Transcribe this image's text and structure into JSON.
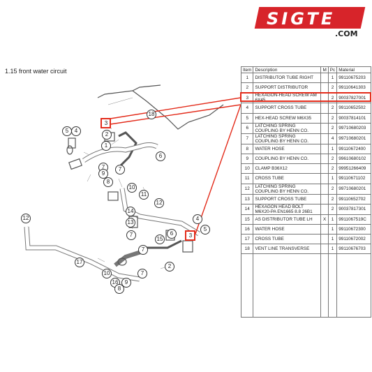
{
  "logo": {
    "text": "SIGTE",
    "sub": ".COM"
  },
  "section_title": "1.15  front water circuit",
  "table": {
    "headers": {
      "pos": "Item",
      "desc": "Description",
      "m": "M",
      "pc": "Pc",
      "mat": "Material"
    },
    "rows": [
      {
        "pos": "1",
        "desc": "DISTRIBUTOR TUBE RIGHT",
        "m": "",
        "pc": "1",
        "mat": "99110675203"
      },
      {
        "pos": "2",
        "desc": "SUPPORT DISTRIBUTOR",
        "m": "",
        "pc": "2",
        "mat": "99110641303"
      },
      {
        "pos": "3",
        "desc": "HEXAGON-HEAD SCREW AM 6X45",
        "m": "",
        "pc": "2",
        "mat": "90037827001"
      },
      {
        "pos": "4",
        "desc": "SUPPORT CROSS TUBE",
        "m": "",
        "pc": "2",
        "mat": "99110652502"
      },
      {
        "pos": "5",
        "desc": "HEX-HEAD SCREW M6X35",
        "m": "",
        "pc": "2",
        "mat": "90037814101"
      },
      {
        "pos": "6",
        "desc": "LATCHING SPRING COUPLING BY HENN CO.",
        "m": "",
        "pc": "2",
        "mat": "99710680203"
      },
      {
        "pos": "7",
        "desc": "LATCHING SPRING COUPLING BY HENN CO.",
        "m": "",
        "pc": "4",
        "mat": "99710680201"
      },
      {
        "pos": "8",
        "desc": "WATER HOSE",
        "m": "",
        "pc": "1",
        "mat": "99110672400"
      },
      {
        "pos": "9",
        "desc": "COUPLING BY HENN CO.",
        "m": "",
        "pc": "2",
        "mat": "99610680102"
      },
      {
        "pos": "10",
        "desc": "CLAMP B36X12",
        "m": "",
        "pc": "2",
        "mat": "99951266409"
      },
      {
        "pos": "11",
        "desc": "CROSS TUBE",
        "m": "",
        "pc": "1",
        "mat": "99110671102"
      },
      {
        "pos": "12",
        "desc": "LATCHING SPRING COUPLING BY HENN CO.",
        "m": "",
        "pc": "2",
        "mat": "99710680201"
      },
      {
        "pos": "13",
        "desc": "SUPPORT CROSS TUBE",
        "m": "",
        "pc": "2",
        "mat": "99110652702"
      },
      {
        "pos": "14",
        "desc": "HEXAGON HEAD BOLT M6X20-PA EN1665 8.8 26B1",
        "m": "",
        "pc": "2",
        "mat": "90037817301"
      },
      {
        "pos": "15",
        "desc": "AS DISTRIBUTOR TUBE LH",
        "m": "X",
        "pc": "1",
        "mat": "9911067519C"
      },
      {
        "pos": "16",
        "desc": "WATER HOSE",
        "m": "",
        "pc": "1",
        "mat": "99110672300"
      },
      {
        "pos": "17",
        "desc": "CROSS TUBE",
        "m": "",
        "pc": "1",
        "mat": "99110672002"
      },
      {
        "pos": "18",
        "desc": "VENT LINE TRANSVERSE",
        "m": "",
        "pc": "1",
        "mat": "99110676703"
      }
    ]
  },
  "callouts": [
    "1",
    "2",
    "3",
    "4",
    "5",
    "6",
    "7",
    "8",
    "9",
    "10",
    "11",
    "12",
    "13",
    "14",
    "15",
    "16",
    "17",
    "18"
  ],
  "colors": {
    "brand": "#d7242a",
    "highlight": "#e32b1a"
  }
}
